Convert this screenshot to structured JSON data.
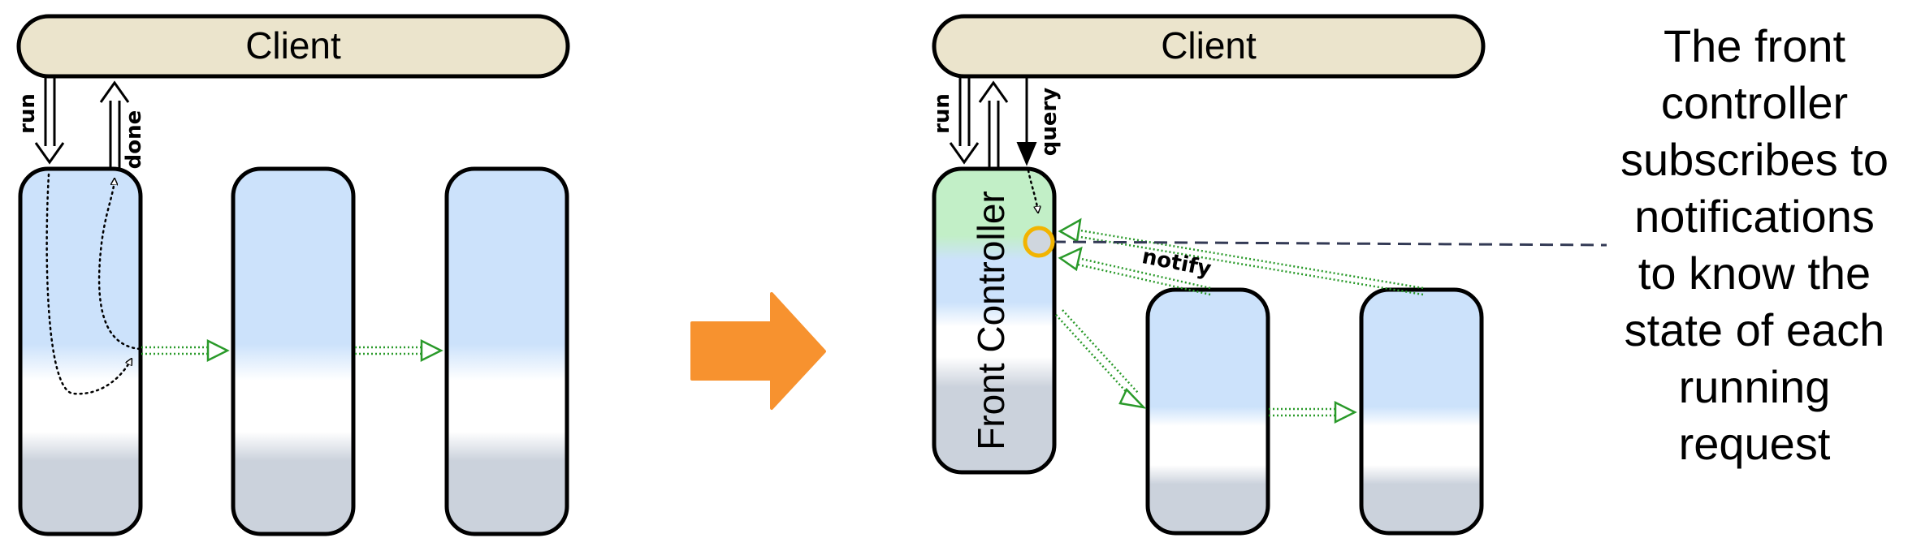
{
  "diagram": {
    "left": {
      "client_label": "Client",
      "run_label": "run",
      "done_label": "done"
    },
    "right": {
      "client_label": "Client",
      "run_label": "run",
      "query_label": "query",
      "front_controller_label": "Front Controller",
      "notify_label": "notify"
    },
    "caption_lines": [
      "The front",
      "controller",
      "subscribes to",
      "notifications",
      "to know the",
      "state of each",
      "running",
      "request"
    ],
    "colors": {
      "client_fill": "#ebe4cc",
      "service_blue": "#cce2fb",
      "service_gray": "#cbd2dc",
      "front_controller_green": "#c2efc7",
      "arrow_orange": "#f7922f",
      "notify_green": "#2a9a2a",
      "highlight_circle": "#f2b400"
    }
  }
}
